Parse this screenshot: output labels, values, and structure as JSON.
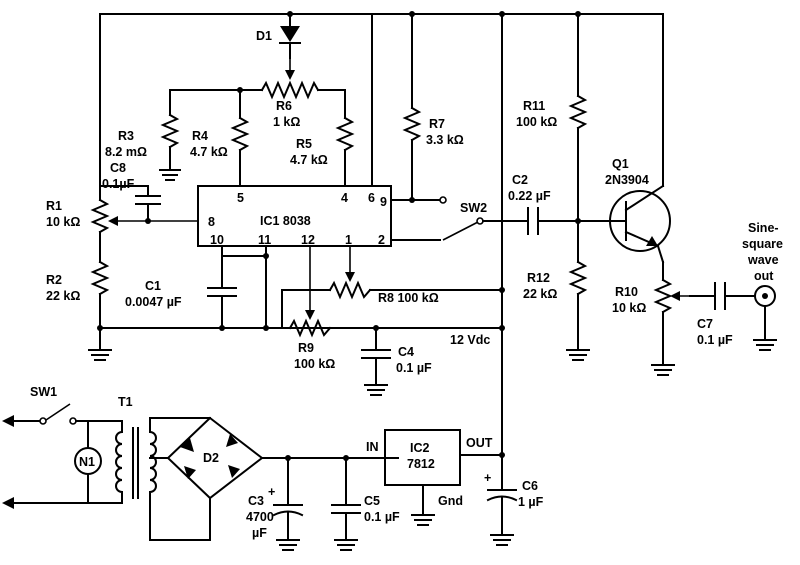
{
  "labels": {
    "d1": "D1",
    "r6": "R6",
    "r6v": "1 kΩ",
    "r3": "R3",
    "r3v": "8.2 mΩ",
    "r4": "R4",
    "r4v": "4.7 kΩ",
    "r5": "R5",
    "r5v": "4.7 kΩ",
    "r7": "R7",
    "r7v": "3.3 kΩ",
    "r11": "R11",
    "r11v": "100 kΩ",
    "q1": "Q1",
    "q1v": "2N3904",
    "c8": "C8",
    "c8v": "0.1µF",
    "r1": "R1",
    "r1v": "10 kΩ",
    "r2": "R2",
    "r2v": "22 kΩ",
    "c1": "C1",
    "c1v": "0.0047 µF",
    "ic1": "IC1 8038",
    "pin5": "5",
    "pin4": "4",
    "pin6": "6",
    "pin9": "9",
    "pin8": "8",
    "pin10": "10",
    "pin11": "11",
    "pin12": "12",
    "pin1": "1",
    "pin2": "2",
    "sw2": "SW2",
    "c2": "C2",
    "c2v": "0.22 µF",
    "r12": "R12",
    "r12v": "22 kΩ",
    "r8": "R8 100 kΩ",
    "r9": "R9",
    "r9v": "100 kΩ",
    "c4": "C4",
    "c4v": "0.1 µF",
    "vdc": "12 Vdc",
    "r10": "R10",
    "r10v": "10 kΩ",
    "c7": "C7",
    "c7v": "0.1 µF",
    "out1": "Sine-",
    "out2": "square",
    "out3": "wave",
    "out4": "out",
    "sw1": "SW1",
    "t1": "T1",
    "n1": "N1",
    "d2": "D2",
    "c3": "C3",
    "c3v": "4700",
    "c3u": "µF",
    "c5": "C5",
    "c5v": "0.1 µF",
    "in": "IN",
    "outp": "OUT",
    "ic2": "IC2",
    "ic2v": "7812",
    "gnd": "Gnd",
    "c6": "C6",
    "c6v": "1 µF",
    "plus1": "+",
    "plus2": "+"
  }
}
